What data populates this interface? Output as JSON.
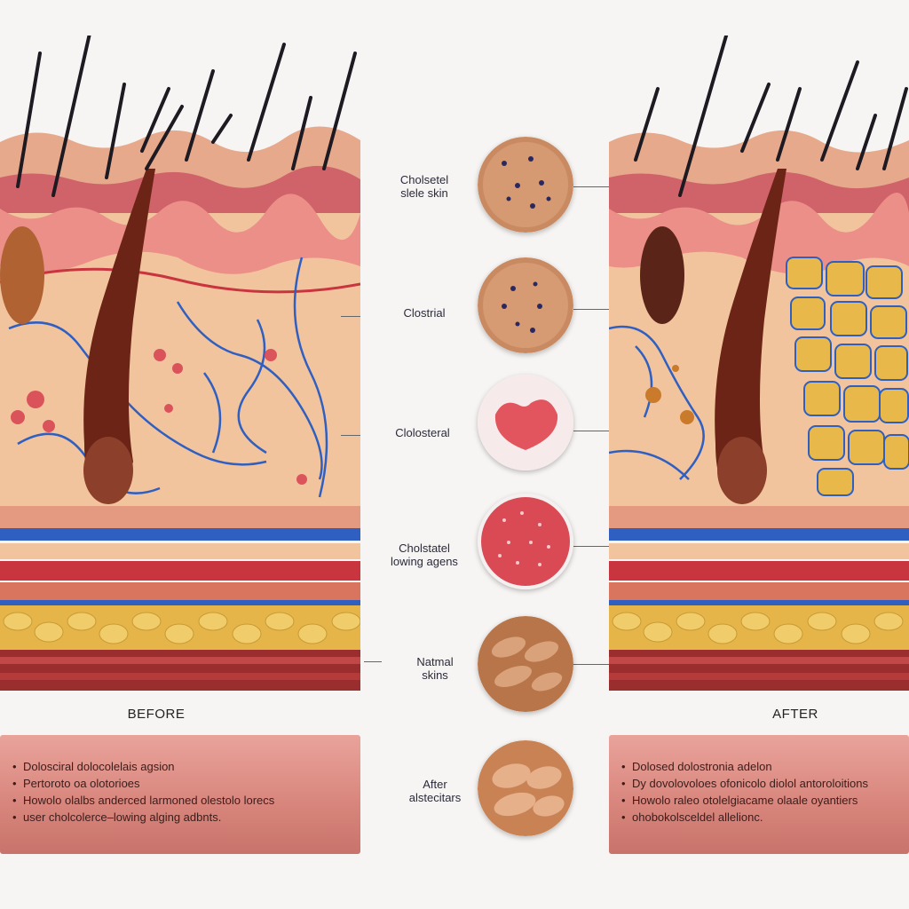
{
  "captions": {
    "before": "BEFORE",
    "after": "AFTER"
  },
  "before_notes": [
    "Dolosciral dolocolelais agsion",
    "Pertoroto oa olotorioes",
    "Howolo olalbs anderced larmoned olestolo lorecs",
    "user cholcolerce–lowing alging adbnts."
  ],
  "after_notes": [
    "Dolosed dolostronia adelon",
    "Dy dovolovoloes ofonicolo diolol antoroloitions",
    "Howolo raleo otolelgiacame olaale oyantiers",
    "ohobokolsceldel allelionc."
  ],
  "labels": {
    "l1": "Cholsetel\nslele skin",
    "l2": "Clostrial",
    "l3": "Clolosteral",
    "l4": "Cholstatel\nlowing agens",
    "l5": "Natmal\nskins",
    "l6": "After\nalstecitars"
  },
  "colors": {
    "epidermis": "#e7a98c",
    "dermis": "#f2c49e",
    "vein": "#2f5fc0",
    "artery": "#c9353f",
    "fat": "#e6b54a",
    "notes_bg": "#d9877e"
  }
}
